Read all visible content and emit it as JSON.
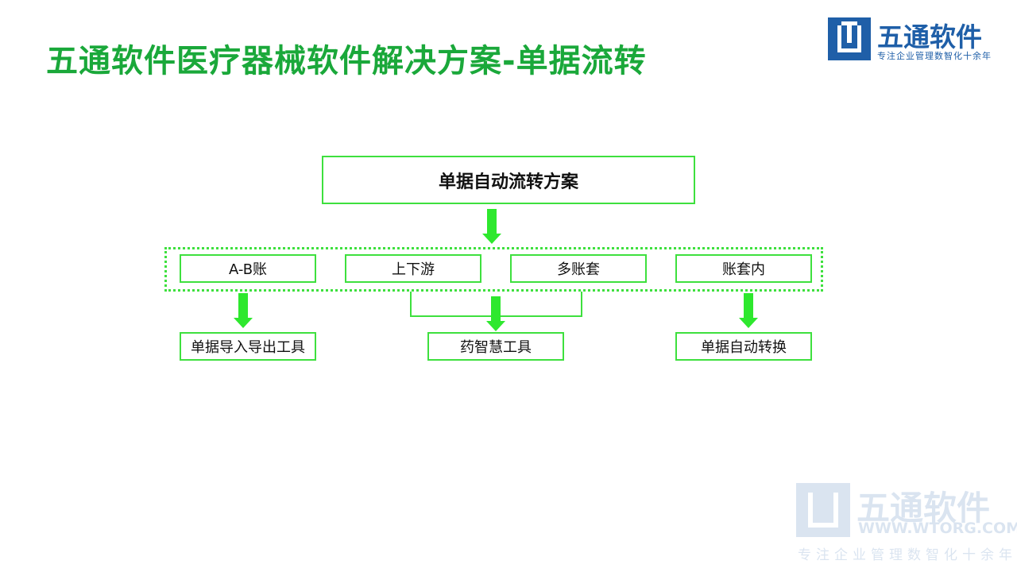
{
  "title": "五通软件医疗器械软件解决方案-单据流转",
  "logo": {
    "name": "五通软件",
    "slogan": "专注企业管理数智化十余年"
  },
  "watermark": {
    "name": "五通软件",
    "url": "WWW.WTORG.COM",
    "slogan": "专注企业管理数智化十余年"
  },
  "diagram": {
    "root": "单据自动流转方案",
    "categories": [
      "A-B账",
      "上下游",
      "多账套",
      "账套内"
    ],
    "results": [
      "单据导入导出工具",
      "药智慧工具",
      "单据自动转换"
    ]
  },
  "colors": {
    "title": "#1aa83a",
    "box_border": "#3ee03e",
    "arrow": "#2ee82e",
    "brand": "#1f5fa8"
  }
}
